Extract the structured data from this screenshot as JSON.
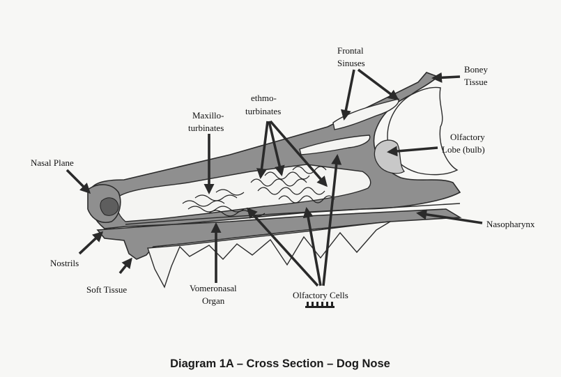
{
  "caption": "Diagram 1A – Cross Section – Dog Nose",
  "labels": {
    "frontal_1": "Frontal",
    "frontal_2": "Sinuses",
    "boney_1": "Boney",
    "boney_2": "Tissue",
    "ethmo_1": "ethmo-",
    "ethmo_2": "turbinates",
    "maxillo_1": "Maxillo-",
    "maxillo_2": "turbinates",
    "olfactory_lobe_1": "Olfactory",
    "olfactory_lobe_2": "Lobe (bulb)",
    "nasal_plane": "Nasal Plane",
    "nasopharynx": "Nasopharynx",
    "nostrils": "Nostrils",
    "soft_tissue": "Soft Tissue",
    "vomeronasal_1": "Vomeronasal",
    "vomeronasal_2": "Organ",
    "olfactory_cells": "Olfactory Cells"
  },
  "colors": {
    "tissue": "#8f8f8f",
    "bulb": "#c8c8c8",
    "background": "#f7f7f5",
    "ink": "#2a2a2a"
  }
}
